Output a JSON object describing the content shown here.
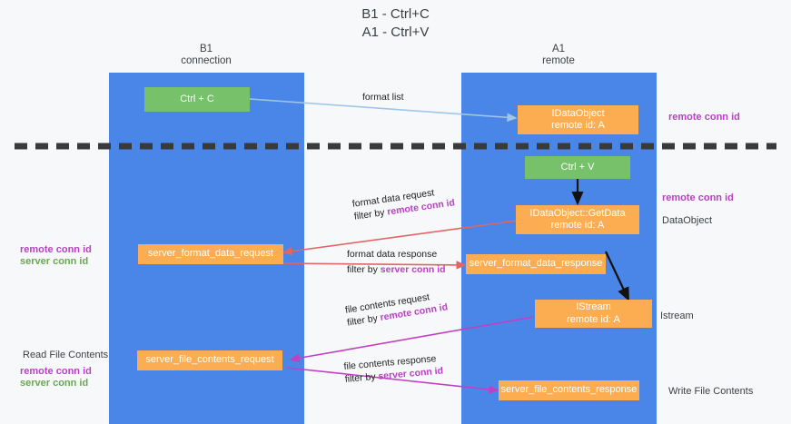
{
  "title": {
    "line1": "B1 - Ctrl+C",
    "line2": "A1 - Ctrl+V"
  },
  "lanes": [
    {
      "name": "B1",
      "sub": "connection",
      "color": "#4a86e8"
    },
    {
      "name": "A1",
      "sub": "remote",
      "color": "#4a86e8"
    }
  ],
  "boxes": {
    "ctrl_c": "Ctrl + C",
    "ctrl_v": "Ctrl + V",
    "idataobject_l1": "IDataObject",
    "idataobject_l2": "remote id: A",
    "getdata_l1": "IDataObject::GetData",
    "getdata_l2": "remote id: A",
    "istream_l1": "IStream",
    "istream_l2": "remote id: A",
    "server_format_data_request": "server_format_data_request",
    "server_format_data_response": "server_format_data_response",
    "server_file_contents_request": "server_file_contents_request",
    "server_file_contents_response": "server_file_contents_response"
  },
  "edges": {
    "format_list": "format list",
    "format_data_request": "format data request",
    "format_data_request_filter_pre": "filter by ",
    "format_data_request_filter_key": "remote conn id",
    "format_data_response": "format data response",
    "format_data_response_filter_pre": "filter by ",
    "format_data_response_filter_key": "server conn id",
    "file_contents_request": "file contents request",
    "file_contents_request_filter_pre": "filter by ",
    "file_contents_request_filter_key": "remote conn id",
    "file_contents_response": "file contents response",
    "file_contents_response_filter_pre": "filter by ",
    "file_contents_response_filter_key": "server conn id"
  },
  "annotations": {
    "right_remote_conn_id_top": "remote conn id",
    "right_remote_conn_id_mid": "remote conn id",
    "right_dataobject": "DataObject",
    "right_istream": "Istream",
    "right_write_file_contents": "Write File Contents",
    "left_remote_conn_id": "remote conn id",
    "left_server_conn_id": "server conn id",
    "left_read_file_contents": "Read File Contents",
    "left_remote_conn_id_2": "remote conn id",
    "left_server_conn_id_2": "server conn id"
  },
  "colors": {
    "lane": "#4a86e8",
    "green_box": "#77c16b",
    "orange_box": "#fcad51",
    "purple_text": "#b93fc4",
    "green_text": "#6aa84f",
    "light_blue_arrow": "#9fc5e8",
    "red_arrow": "#e06666",
    "magenta_arrow": "#c23fc2",
    "black_arrow": "#111111",
    "divider": "#3a3a3a",
    "background": "#f7f8fa"
  }
}
